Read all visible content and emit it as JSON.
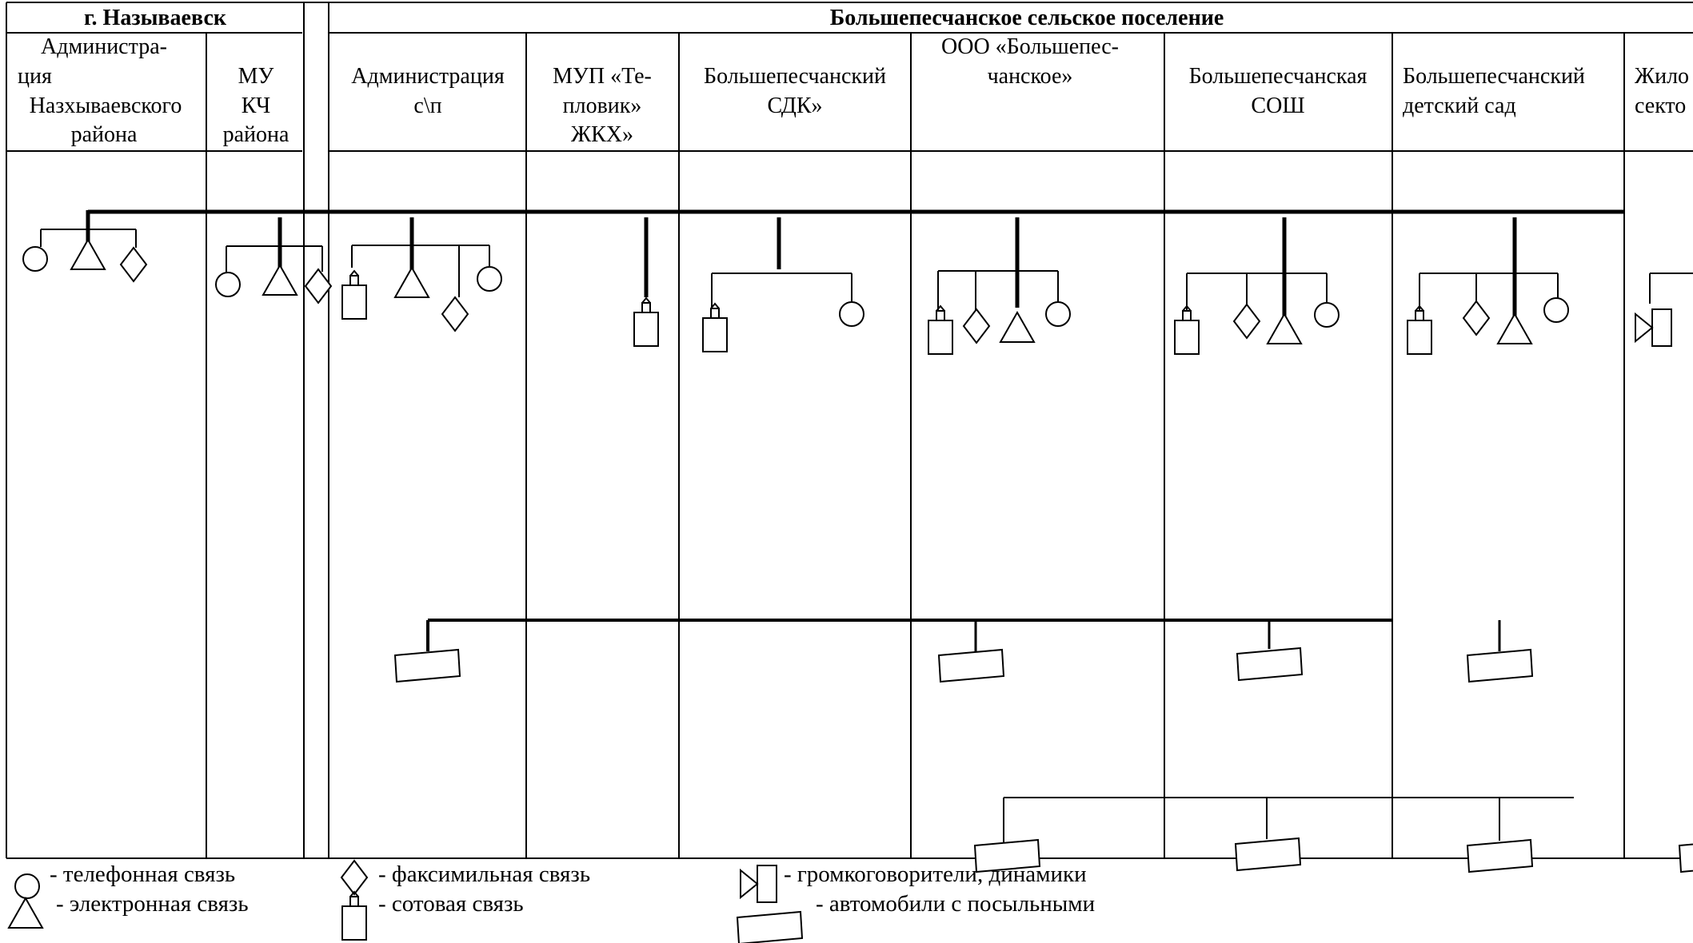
{
  "header": {
    "city_title": "г. Называевск",
    "settlement_title": "Большепесчанское  сельское поселение"
  },
  "columns": [
    {
      "lines": [
        "Администра-",
        "ция",
        "Назхываевского",
        "района"
      ]
    },
    {
      "lines": [
        "МУ",
        "КЧ",
        "района"
      ]
    },
    {
      "lines": [
        "Администрация",
        "с\\п"
      ]
    },
    {
      "lines": [
        "МУП «Те-",
        "пловик»",
        "ЖКХ»"
      ]
    },
    {
      "lines": [
        "Большепесчанский",
        "СДК»"
      ]
    },
    {
      "lines": [
        "ООО «Большепес-",
        "чанское»"
      ]
    },
    {
      "lines": [
        "Большепесчанская",
        "СОШ"
      ]
    },
    {
      "lines": [
        "Большепесчанский",
        "детский сад"
      ]
    },
    {
      "lines": [
        "Жило",
        "секто"
      ]
    }
  ],
  "legend": {
    "phone": "-  телефонная связь",
    "email": "-  электронная связь",
    "fax": "- факсимильная связь",
    "cellular": "- сотовая связь",
    "speakers": "- громкоговорители, динамики",
    "cars": "- автомобили с посыльными"
  },
  "icons": {
    "phone": "circle",
    "email": "triangle",
    "fax": "diamond",
    "cellular": "mobile-phone",
    "speakers": "loudspeaker",
    "cars": "car-parallelogram"
  },
  "colors": {
    "lines": "#000000",
    "background": "#ffffff"
  }
}
